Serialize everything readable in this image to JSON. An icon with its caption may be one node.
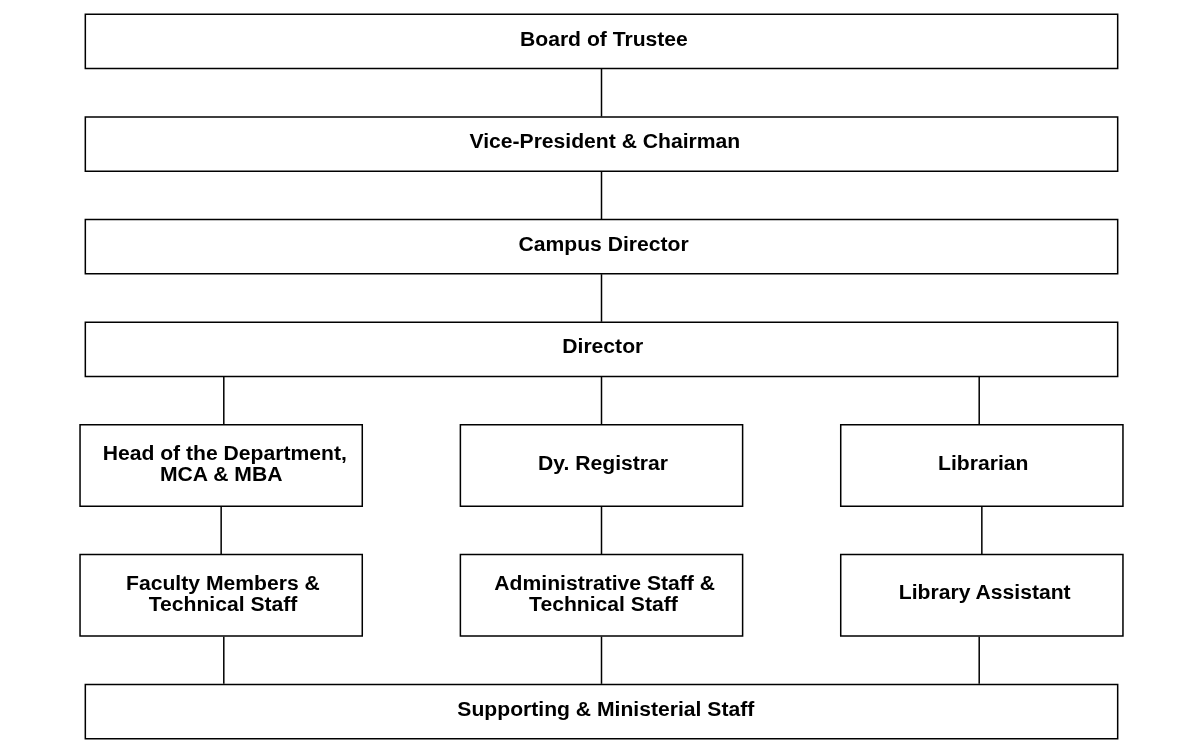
{
  "diagram": {
    "nodes": [
      {
        "text": [
          "Board of Trustee"
        ]
      },
      {
        "text": [
          "Vice-President & Chairman"
        ]
      },
      {
        "text": [
          "Campus Director"
        ]
      },
      {
        "text": [
          "Director"
        ]
      },
      {
        "text": [
          "Head of the Department, MCA & MBA"
        ]
      },
      {
        "text": [
          "Dy. Registrar"
        ]
      },
      {
        "text": [
          "Librarian"
        ]
      },
      {
        "text": [
          "Faculty Members & Technical Staff"
        ]
      },
      {
        "text": [
          "Administrative Staff & Technical Staff"
        ]
      },
      {
        "text": [
          "Library Assistant"
        ]
      },
      {
        "text": [
          "Supporting & Ministerial Staff"
        ]
      }
    ],
    "edges": [
      {
        "from": 0,
        "to": 1,
        "arrow": "none"
      },
      {
        "from": 1,
        "to": 2,
        "arrow": "none"
      },
      {
        "from": 2,
        "to": 3,
        "arrow": "none"
      },
      {
        "from": 3,
        "to": 4,
        "arrow": "none"
      },
      {
        "from": 3,
        "to": 5,
        "arrow": "none"
      },
      {
        "from": 3,
        "to": 6,
        "arrow": "none"
      },
      {
        "from": 4,
        "to": 7,
        "arrow": "none"
      },
      {
        "from": 5,
        "to": 8,
        "arrow": "none"
      },
      {
        "from": 6,
        "to": 9,
        "arrow": "none"
      },
      {
        "from": 7,
        "to": 10,
        "arrow": "none"
      },
      {
        "from": 8,
        "to": 10,
        "arrow": "none"
      },
      {
        "from": 9,
        "to": 10,
        "arrow": "none"
      }
    ]
  }
}
